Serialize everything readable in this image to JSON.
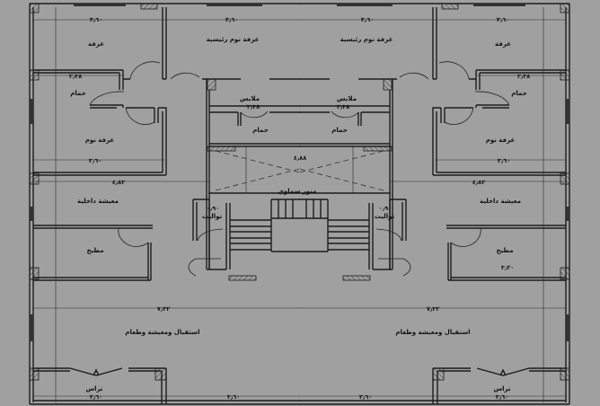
{
  "colors": {
    "background": "#a0a0a0",
    "lines": "#1c1c1c"
  },
  "rooms": {
    "room": "غرفة",
    "master_bedroom": "غرفة نوم رئيسية",
    "bathroom": "حمام",
    "dressing": "ملابس",
    "bedroom": "غرفة نوم",
    "inner_living": "معيشة داخلية",
    "kitchen": "مطبخ",
    "reception": "استقبال ومعيشة وطعام",
    "terrace": "تراس",
    "skylight": "منور سماوي",
    "toilet": "تواليت"
  },
  "dimensions": {
    "room_width": "٣٫٦٠",
    "bath_width": "٢٫٣٨",
    "living_width": "٤٫٨٢",
    "skylight_width": "٤٫٨٨",
    "reception_width": "٧٫٣٢",
    "kitchen_width": "٣٫٢٠",
    "toilet_door": "٠٫٩٠"
  }
}
